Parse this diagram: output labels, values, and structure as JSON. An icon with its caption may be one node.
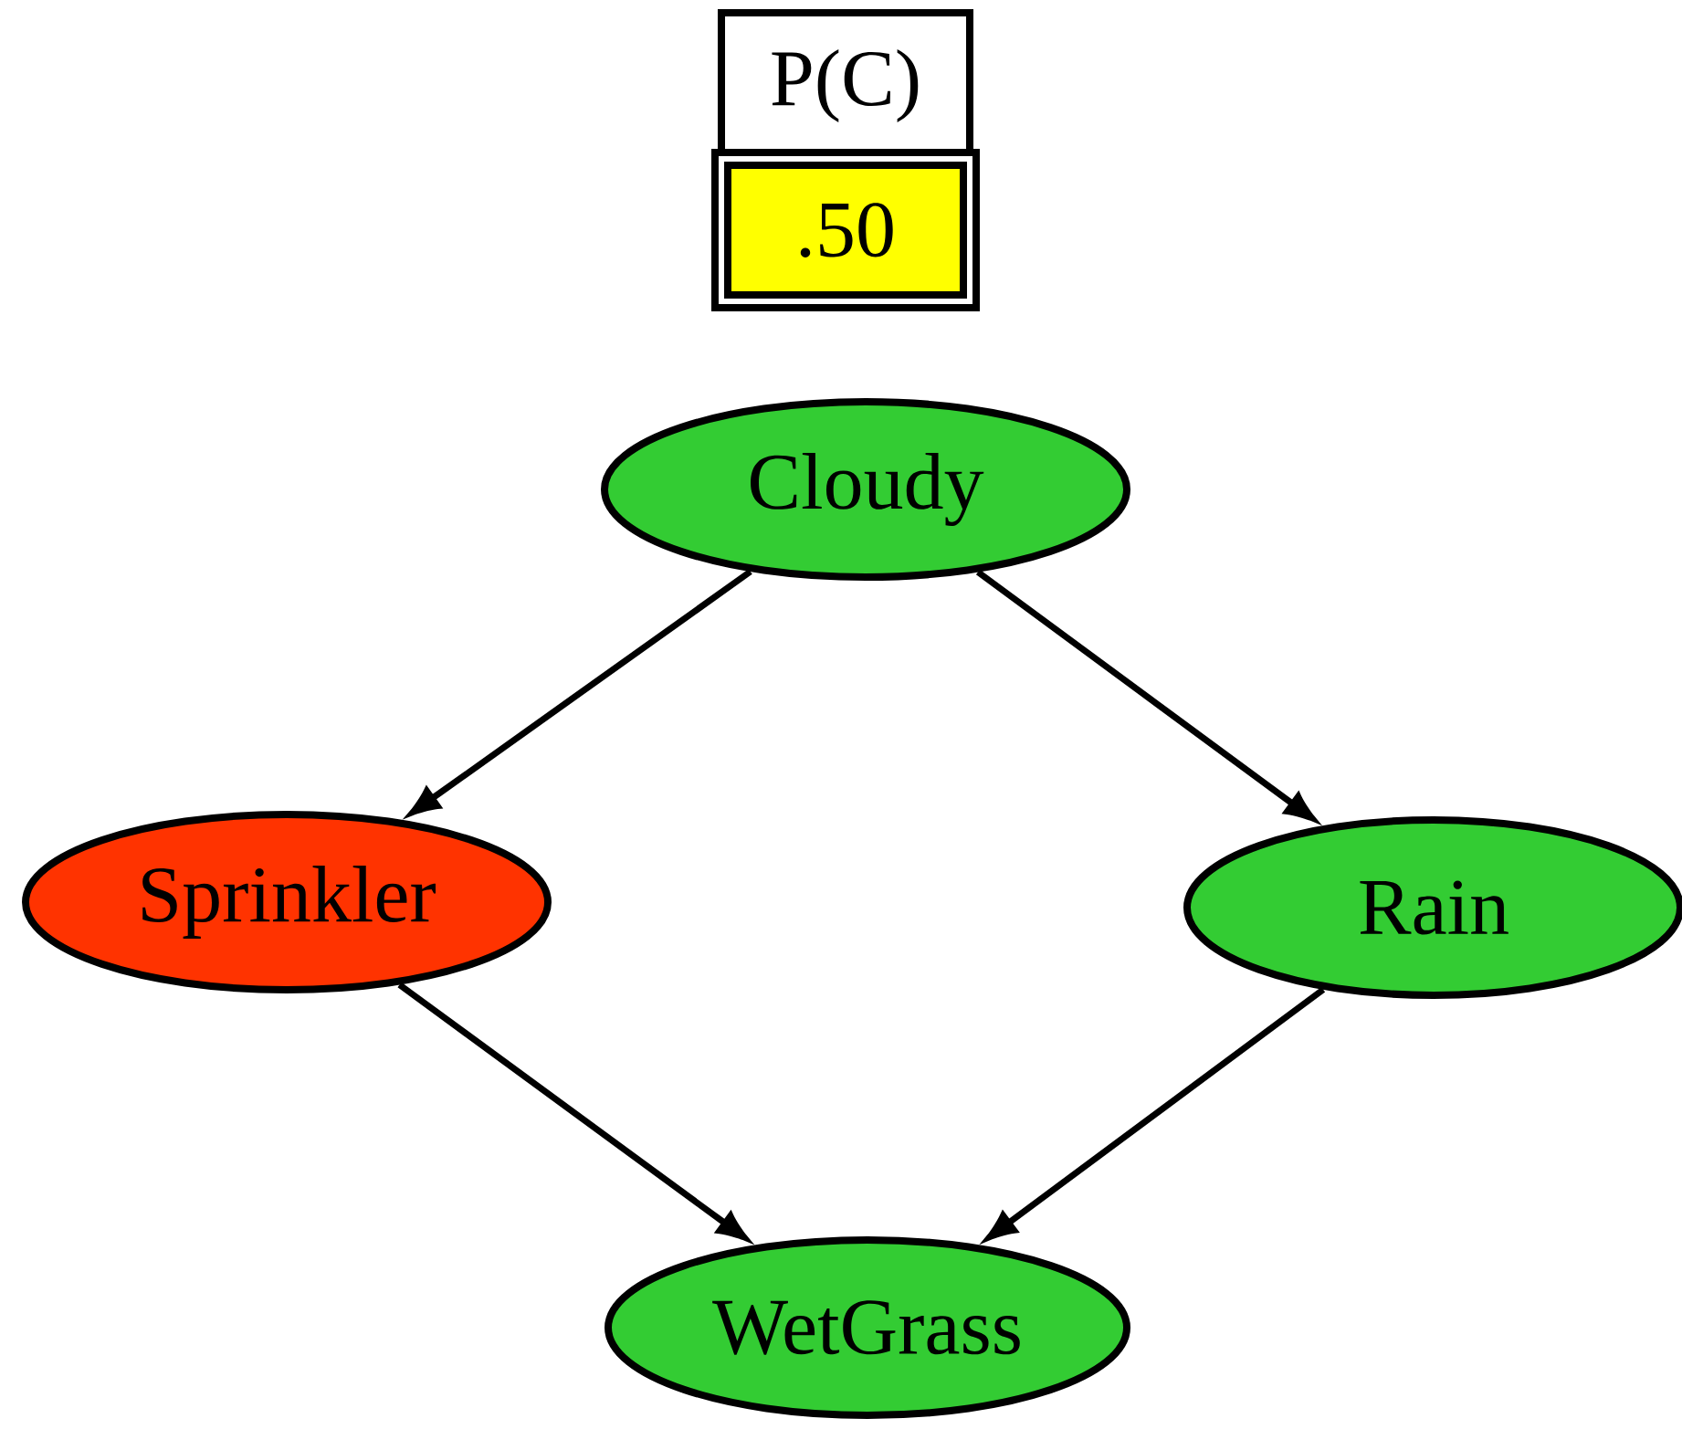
{
  "diagram": {
    "nodes": [
      {
        "text": [
          "Cloudy"
        ]
      },
      {
        "text": [
          "Sprinkler"
        ]
      },
      {
        "text": [
          "Rain"
        ]
      },
      {
        "text": [
          "WetGrass"
        ]
      }
    ],
    "edges": [
      {
        "from": 0,
        "to": 1,
        "arrow": "to"
      },
      {
        "from": 0,
        "to": 2,
        "arrow": "to"
      },
      {
        "from": 1,
        "to": 3,
        "arrow": "to"
      },
      {
        "from": 2,
        "to": 3,
        "arrow": "to"
      }
    ],
    "labels": [
      "P(C)",
      ".50"
    ]
  }
}
